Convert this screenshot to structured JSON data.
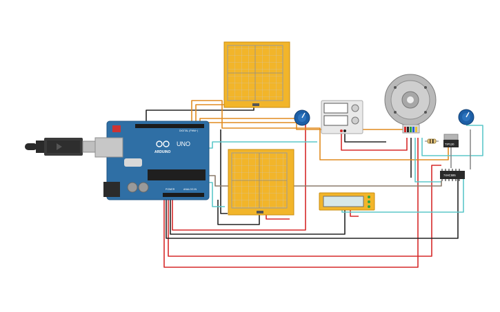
{
  "components": {
    "arduino": {
      "logo": "UNO",
      "brand": "ARDUINO",
      "digital_label": "DIGITAL (PWM~)",
      "power_label": "POWER",
      "analog_label": "ANALOG IN"
    },
    "ic_chip_1": {
      "label": "TIP120"
    },
    "ic_chip_2": {
      "label": "74HC595"
    }
  },
  "colors": {
    "arduino_board": "#2f6fa5",
    "oscilloscope_frame": "#f2b52a",
    "wire_red": "#d62828",
    "wire_black": "#222222",
    "wire_orange": "#e08a1e",
    "wire_cyan": "#5cc7c9",
    "potentiometer": "#1d5fa6"
  }
}
